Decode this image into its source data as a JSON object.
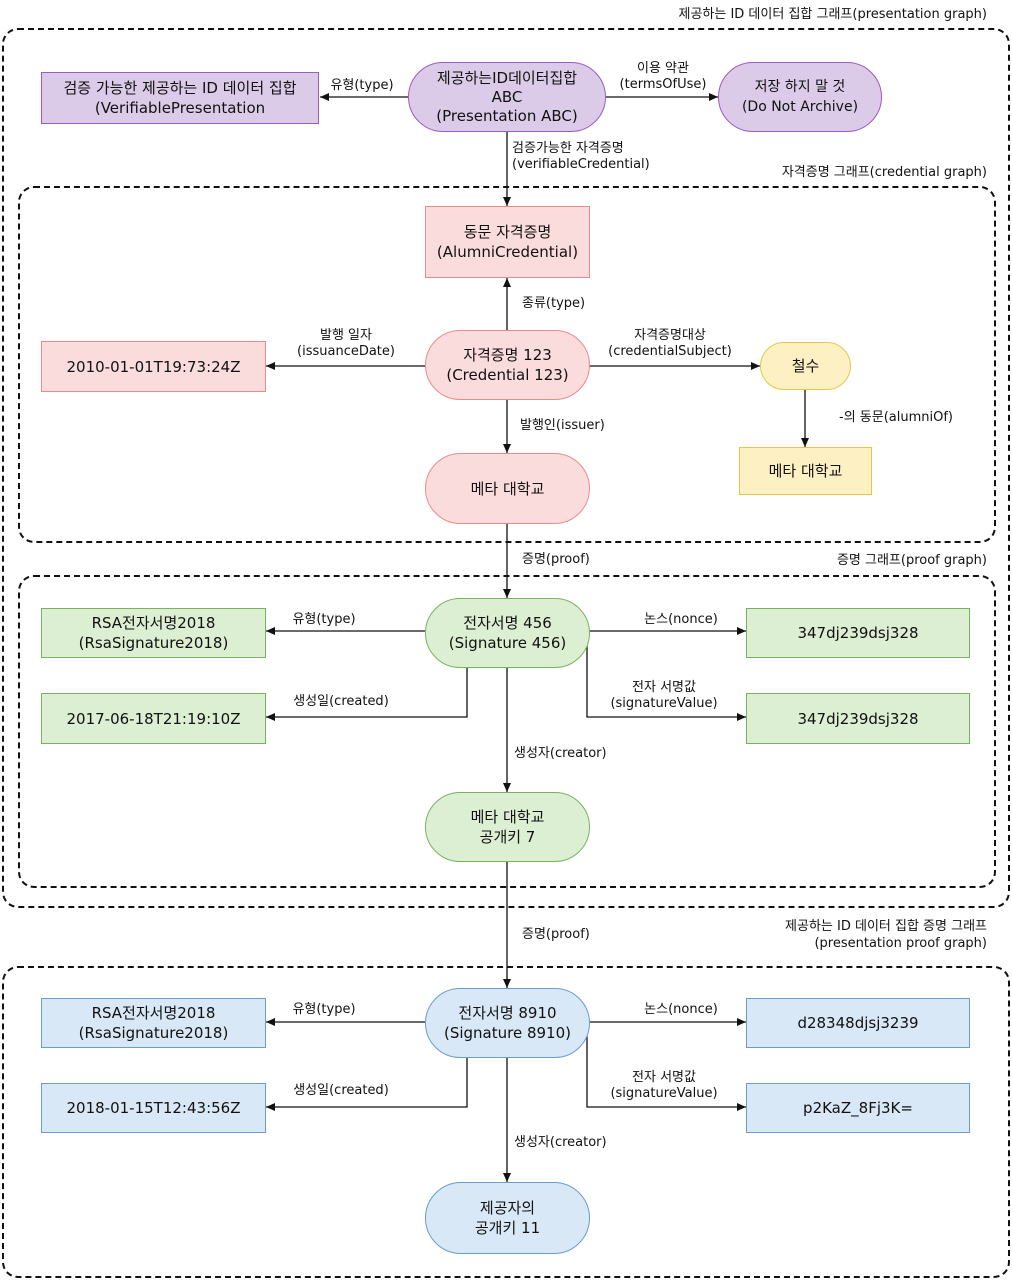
{
  "graphs": {
    "presentation": "제공하는 ID 데이터 집합 그래프(presentation graph)",
    "credential": "자격증명 그래프(credential graph)",
    "proof": "증명 그래프(proof graph)",
    "presentation_proof_line1": "제공하는 ID 데이터 집합 증명 그래프",
    "presentation_proof_line2": "(presentation proof graph)"
  },
  "nodes": {
    "vp_type": [
      "검증 가능한 제공하는 ID 데이터 집합",
      "(VerifiablePresentation"
    ],
    "presentation_abc": [
      "제공하는ID데이터집합",
      "ABC",
      "(Presentation ABC)"
    ],
    "do_not_archive": [
      "저장 하지 말 것",
      "(Do Not Archive)"
    ],
    "alumni_credential": [
      "동문 자격증명",
      "(AlumniCredential)"
    ],
    "credential_123": [
      "자격증명 123",
      "(Credential 123)"
    ],
    "issuance_date": "2010-01-01T19:73:24Z",
    "cheolsu": "철수",
    "meta_univ_subject": "메타 대학교",
    "meta_univ_issuer": "메타 대학교",
    "sig456_type": [
      "RSA전자서명2018",
      "(RsaSignature2018)"
    ],
    "signature_456": [
      "전자서명 456",
      "(Signature 456)"
    ],
    "nonce_456": "347dj239dsj328",
    "created_456": "2017-06-18T21:19:10Z",
    "sigvalue_456": "347dj239dsj328",
    "public_key_7": [
      "메타 대학교",
      "공개키 7"
    ],
    "sig8910_type": [
      "RSA전자서명2018",
      "(RsaSignature2018)"
    ],
    "signature_8910": [
      "전자서명 8910",
      "(Signature 8910)"
    ],
    "nonce_8910": "d28348djsj3239",
    "created_8910": "2018-01-15T12:43:56Z",
    "sigvalue_8910": "p2KaZ_8Fj3K=",
    "public_key_11": [
      "제공자의",
      "공개키 11"
    ]
  },
  "edges": {
    "pres_type": "유형(type)",
    "terms_line1": "이용 약관",
    "terms_line2": "(termsOfUse)",
    "vc_line1": "검증가능한 자격증명",
    "vc_line2": "(verifiableCredential)",
    "cred_type": "종류(type)",
    "issuance_line1": "발행 일자",
    "issuance_line2": "(issuanceDate)",
    "subject_line1": "자격증명대상",
    "subject_line2": "(credentialSubject)",
    "alumni_of": "-의 동문(alumniOf)",
    "issuer": "발행인(issuer)",
    "proof1": "증명(proof)",
    "sig456_type": "유형(type)",
    "sig456_nonce": "논스(nonce)",
    "sig456_created": "생성일(created)",
    "sig456_value_line1": "전자 서명값",
    "sig456_value_line2": "(signatureValue)",
    "sig456_creator": "생성자(creator)",
    "proof2": "증명(proof)",
    "sig8910_type": "유형(type)",
    "sig8910_nonce": "논스(nonce)",
    "sig8910_created": "생성일(created)",
    "sig8910_value_line1": "전자 서명값",
    "sig8910_value_line2": "(signatureValue)",
    "sig8910_creator": "생성자(creator)"
  },
  "colors": {
    "presentation": "#dccbe8",
    "credential": "#fadcdc",
    "subject": "#fdf0c2",
    "proof": "#dcefd3",
    "presentation_proof": "#d8e8f6"
  }
}
